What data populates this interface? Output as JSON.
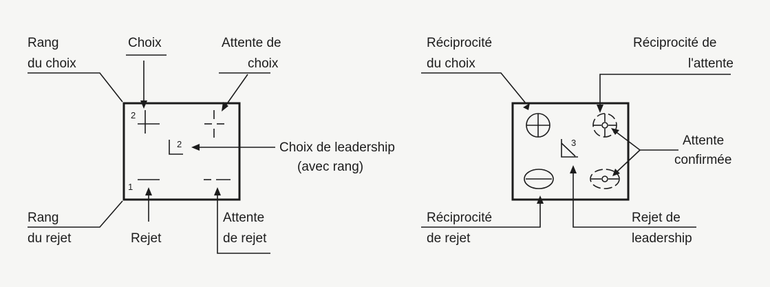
{
  "left_diagram": {
    "labels": {
      "rang_choix_1": "Rang",
      "rang_choix_2": "du choix",
      "choix": "Choix",
      "attente_choix_1": "Attente de",
      "attente_choix_2": "choix",
      "leadership_1": "Choix de leadership",
      "leadership_2": "(avec rang)",
      "rang_rejet_1": "Rang",
      "rang_rejet_2": "du rejet",
      "rejet": "Rejet",
      "attente_rejet_1": "Attente",
      "attente_rejet_2": "de rejet"
    },
    "marks": {
      "choice_rank": "2",
      "rejection_rank": "1",
      "leadership_rank": "2"
    }
  },
  "right_diagram": {
    "labels": {
      "recip_choix_1": "Réciprocité",
      "recip_choix_2": "du choix",
      "recip_attente_1": "Réciprocité de",
      "recip_attente_2": "l'attente",
      "attente_conf_1": "Attente",
      "attente_conf_2": "confirmée",
      "recip_rejet_1": "Réciprocité",
      "recip_rejet_2": "de rejet",
      "rejet_lead_1": "Rejet de",
      "rejet_lead_2": "leadership"
    },
    "marks": {
      "leadership_rank": "3"
    }
  }
}
